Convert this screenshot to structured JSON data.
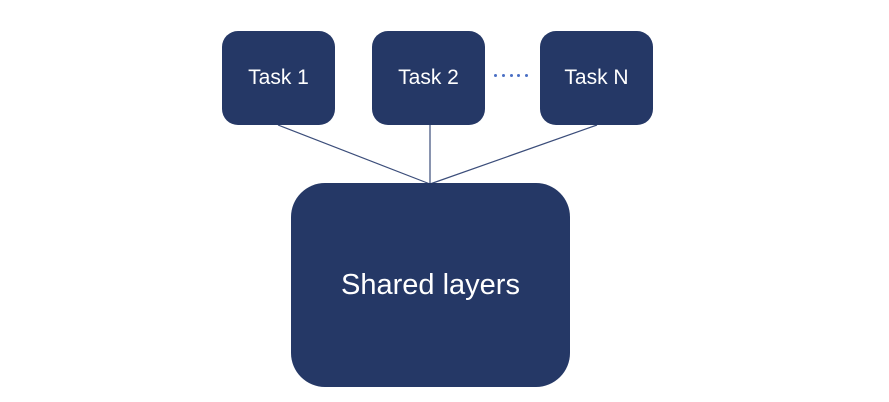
{
  "colors": {
    "box_fill": "#253866",
    "box_text": "#ffffff",
    "connector": "#3b4d7a",
    "ellipsis": "#4a6fc4"
  },
  "tasks": [
    {
      "label": "Task 1"
    },
    {
      "label": "Task 2"
    },
    {
      "label": "Task N"
    }
  ],
  "shared": {
    "label": "Shared layers"
  }
}
